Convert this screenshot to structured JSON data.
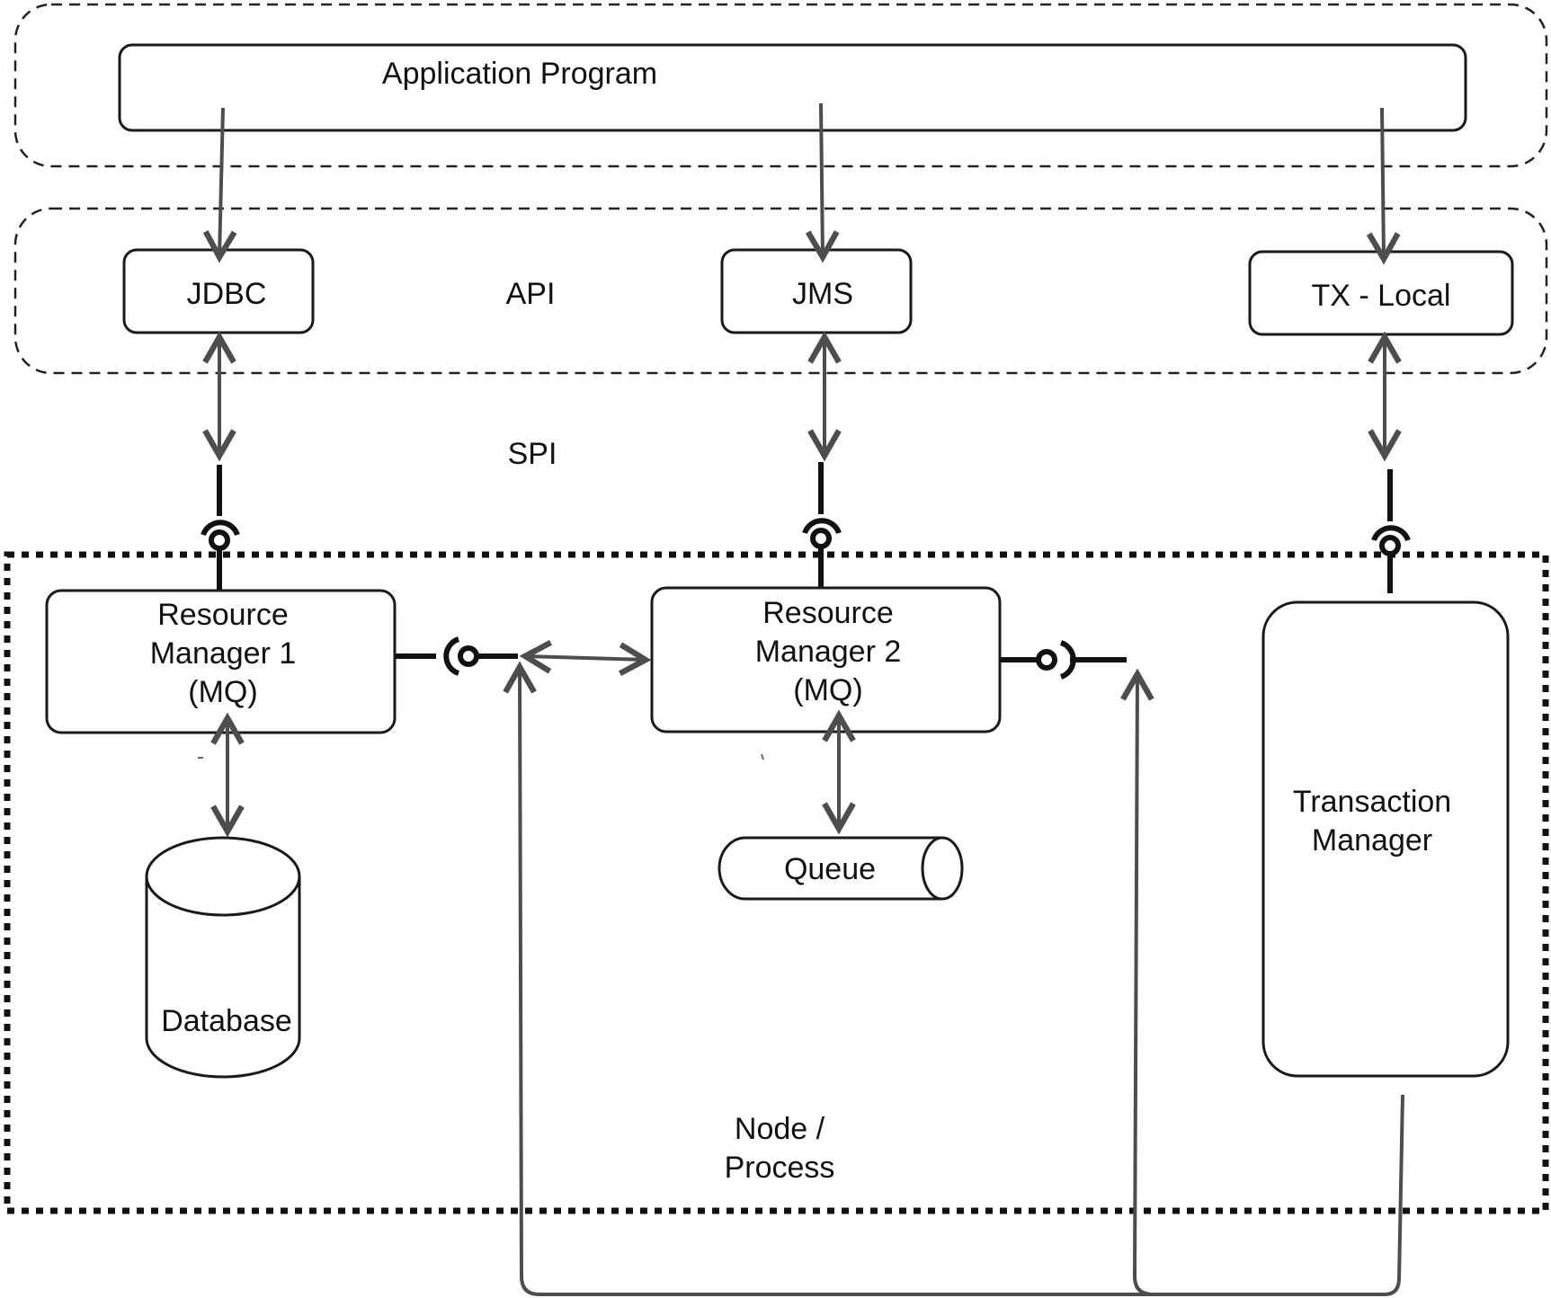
{
  "diagram": {
    "application_program": "Application Program",
    "api_label": "API",
    "spi_label": "SPI",
    "jdbc": "JDBC",
    "jms": "JMS",
    "tx_local": "TX - Local",
    "rm1": {
      "line1": "Resource",
      "line2": "Manager 1",
      "line3": "(MQ)"
    },
    "rm2": {
      "line1": "Resource",
      "line2": "Manager 2",
      "line3": "(MQ)"
    },
    "database": "Database",
    "queue": "Queue",
    "transaction_manager": {
      "line1": "Transaction",
      "line2": "Manager"
    },
    "node_process": {
      "line1": "Node /",
      "line2": "Process"
    }
  },
  "colors": {
    "arrow": "#4d4d4d",
    "outline": "#1a1a1a",
    "background": "#ffffff"
  }
}
